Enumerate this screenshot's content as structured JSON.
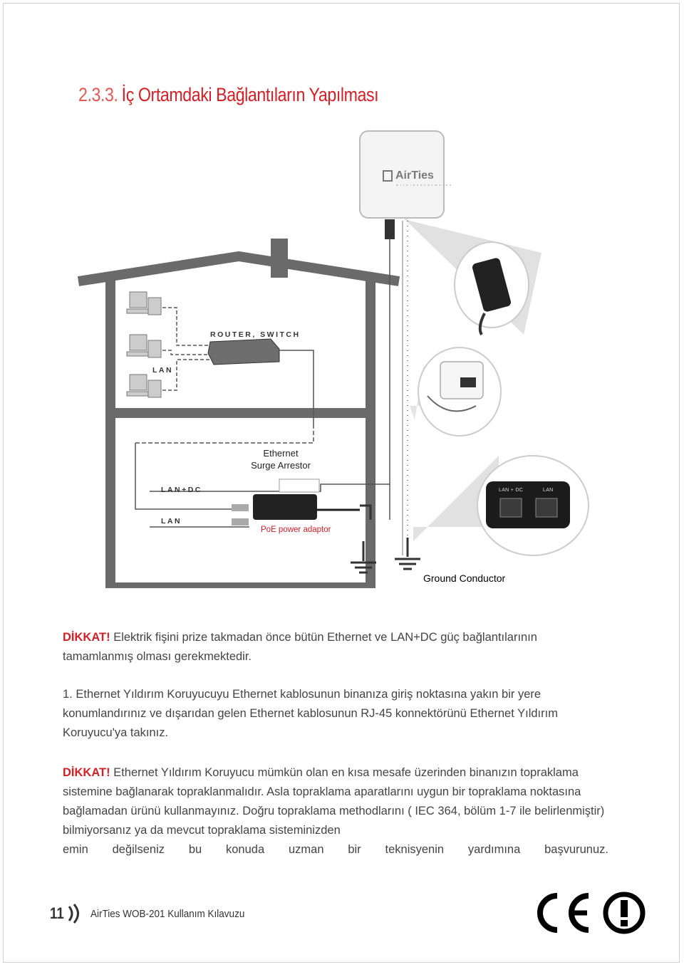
{
  "heading": {
    "number": "2.3.3.",
    "title": "İç Ortamdaki Bağlantıların Yapılması"
  },
  "diagram": {
    "brand": "AirTies",
    "brand_sub": "w i r e l e s s   n e t w o r k s",
    "router_label": "ROUTER, SWITCH",
    "lan_top_label": "LAN",
    "surge_label_line1": "Ethernet",
    "surge_label_line2": "Surge Arrestor",
    "lan_dc_label": "LAN+DC",
    "lan_bottom_label": "LAN",
    "poe_label": "PoE power adaptor",
    "ground_label": "Ground Conductor",
    "adaptor_port1": "LAN + DC",
    "adaptor_port2": "LAN"
  },
  "notice1": {
    "lead": "DİKKAT!",
    "text": " Elektrik fişini prize takmadan önce bütün Ethernet ve LAN+DC güç bağlantılarının tamamlanmış olması gerekmektedir."
  },
  "step1": {
    "number": "1.",
    "text": "  Ethernet Yıldırım Koruyucuyu Ethernet kablosunun binanıza giriş noktasına yakın bir yere konumlandırınız ve dışarıdan gelen Ethernet kablosunun RJ-45 konnektörünü Ethernet Yıldırım Koruyucu'ya takınız."
  },
  "notice2": {
    "lead": "DİKKAT!",
    "text": " Ethernet Yıldırım Koruyucu mümkün olan en kısa mesafe üzerinden binanızın topraklama sistemine bağlanarak topraklanmalıdır. Asla topraklama aparatlarını uygun bir topraklama noktasına bağlamadan ürünü kullanmayınız. Doğru topraklama methodlarını ( IEC 364, bölüm 1-7 ile belirlenmiştir) bilmiyorsanız ya da mevcut topraklama sisteminizden",
    "last_line": "emin değilseniz bu konuda uzman bir teknisyenin yardımına başvurunuz."
  },
  "footer": {
    "page": "11",
    "title": "AirTies WOB-201 Kullanım Kılavuzu"
  },
  "colors": {
    "accent": "#d42027",
    "text": "#444444",
    "house": "#666666"
  }
}
